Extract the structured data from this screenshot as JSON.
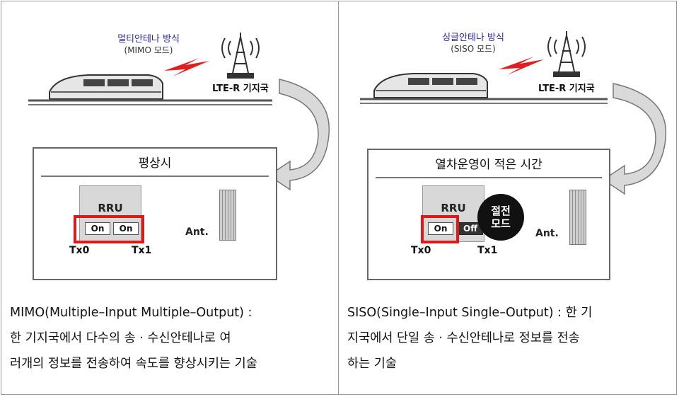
{
  "left": {
    "mode_title": "멀티안테나 방식",
    "mode_sub": "(MIMO 모드)",
    "station_label": "LTE-R  기지국",
    "inner_title": "평상시",
    "rru": "RRU",
    "ports": [
      "On",
      "On"
    ],
    "ant": "Ant.",
    "tx0": "Tx0",
    "tx1": "Tx1",
    "desc_lines": [
      "MIMO(Multiple–Input  Multiple–Output)  :",
      "한  기지국에서  다수의  송 · 수신안테나로  여",
      "러개의 정보를 전송하여 속도를 향상시키는 기술"
    ]
  },
  "right": {
    "mode_title": "싱글안테나 방식",
    "mode_sub": "(SISO 모드)",
    "station_label": "LTE-R  기지국",
    "inner_title": "열차운영이 적은 시간",
    "rru": "RRU",
    "ports": [
      "On",
      "Off"
    ],
    "badge_lines": [
      "절전",
      "모드"
    ],
    "ant": "Ant.",
    "tx0": "Tx0",
    "tx1": "Tx1",
    "desc_lines": [
      "SISO(Single–Input  Single–Output)  :  한  기",
      "지국에서  단일  송 · 수신안테나로  정보를  전송",
      "하는 기술"
    ]
  },
  "colors": {
    "highlight": "#e01818",
    "lightning": "#e02020",
    "title_blue": "#2a2a9a"
  }
}
